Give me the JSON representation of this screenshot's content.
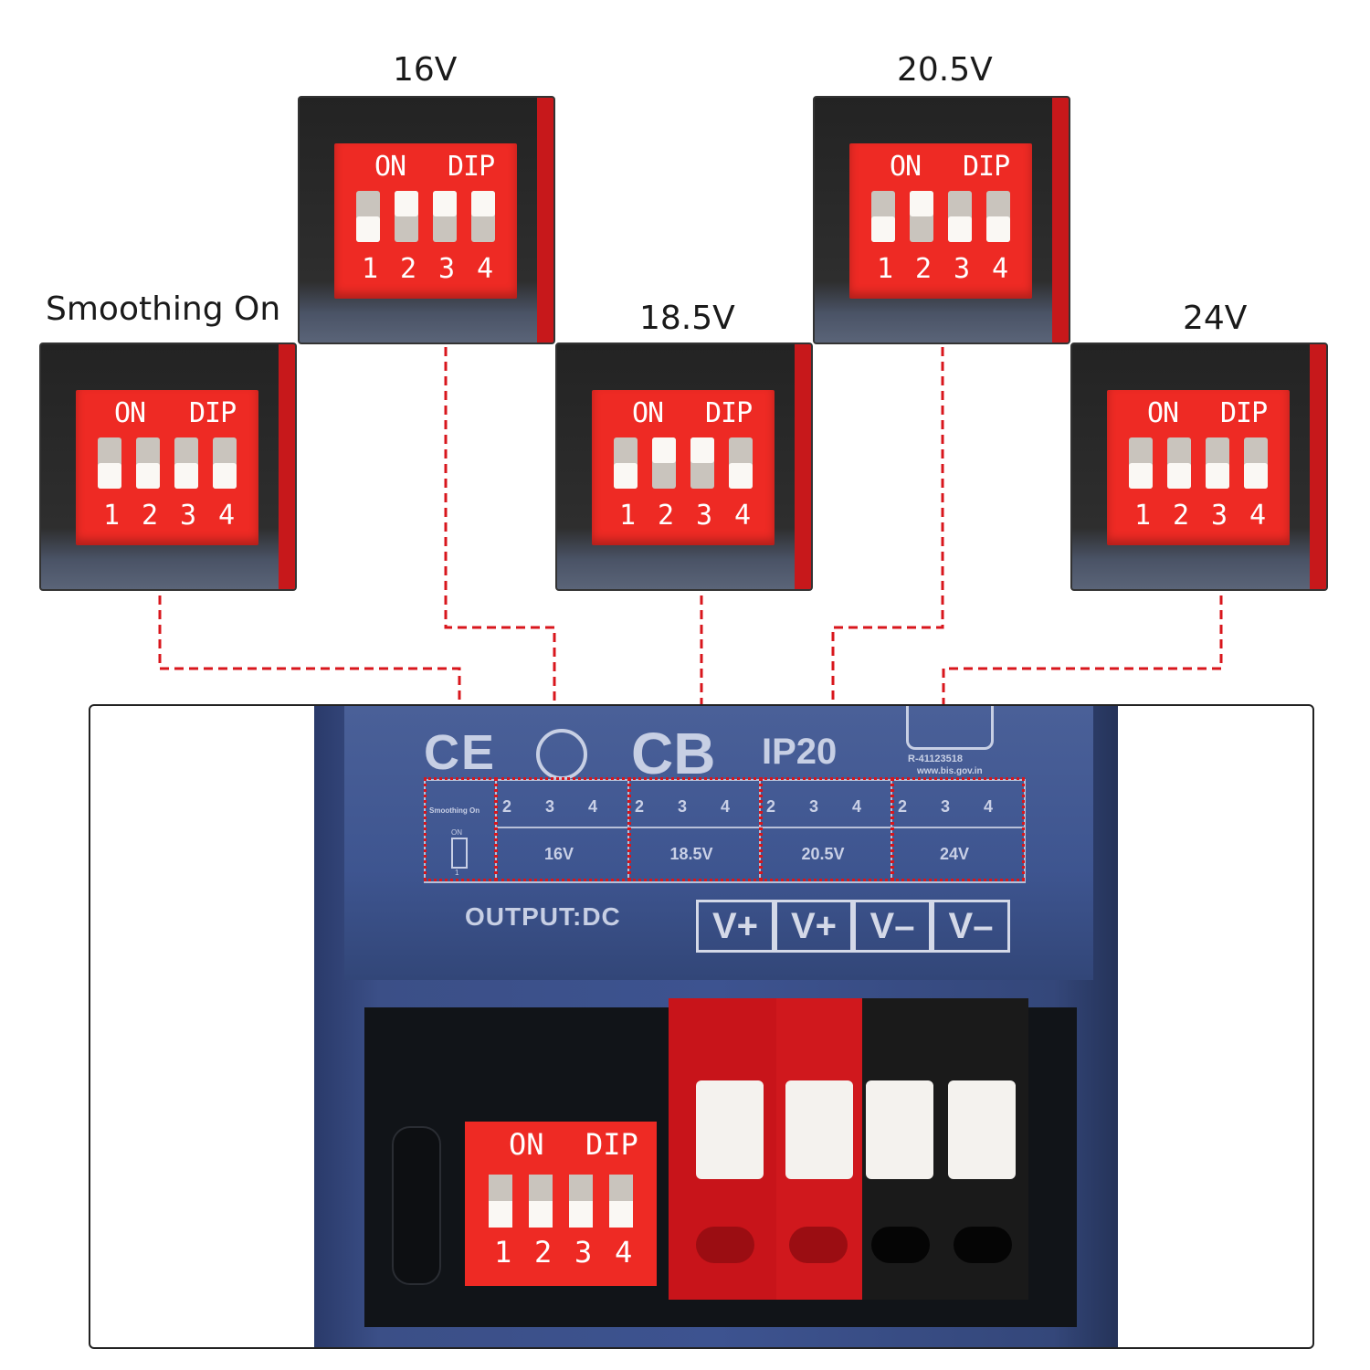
{
  "captions": {
    "smoothing": "Smoothing On",
    "v16": "16V",
    "v18": "18.5V",
    "v20": "20.5V",
    "v24": "24V"
  },
  "dip": {
    "on": "ON",
    "dip": "DIP",
    "n1": "1",
    "n2": "2",
    "n3": "3",
    "n4": "4"
  },
  "label": {
    "ce": "CE",
    "cb": "CB",
    "ip": "IP20",
    "reg": "R-41123518",
    "web": "www.bis.gov.in",
    "output": "OUTPUT:DC",
    "terminals": [
      "V+",
      "V+",
      "V–",
      "V–"
    ],
    "smooth_small": "Smoothing On",
    "on_small": "ON",
    "one_small": "1",
    "col2": "2",
    "col3": "3",
    "col4": "4",
    "volts": [
      "16V",
      "18.5V",
      "20.5V",
      "24V"
    ]
  },
  "colors": {
    "dip_red": "#ee2a24",
    "arrow_red": "#d8161c",
    "housing_blue": "#3d5390"
  }
}
